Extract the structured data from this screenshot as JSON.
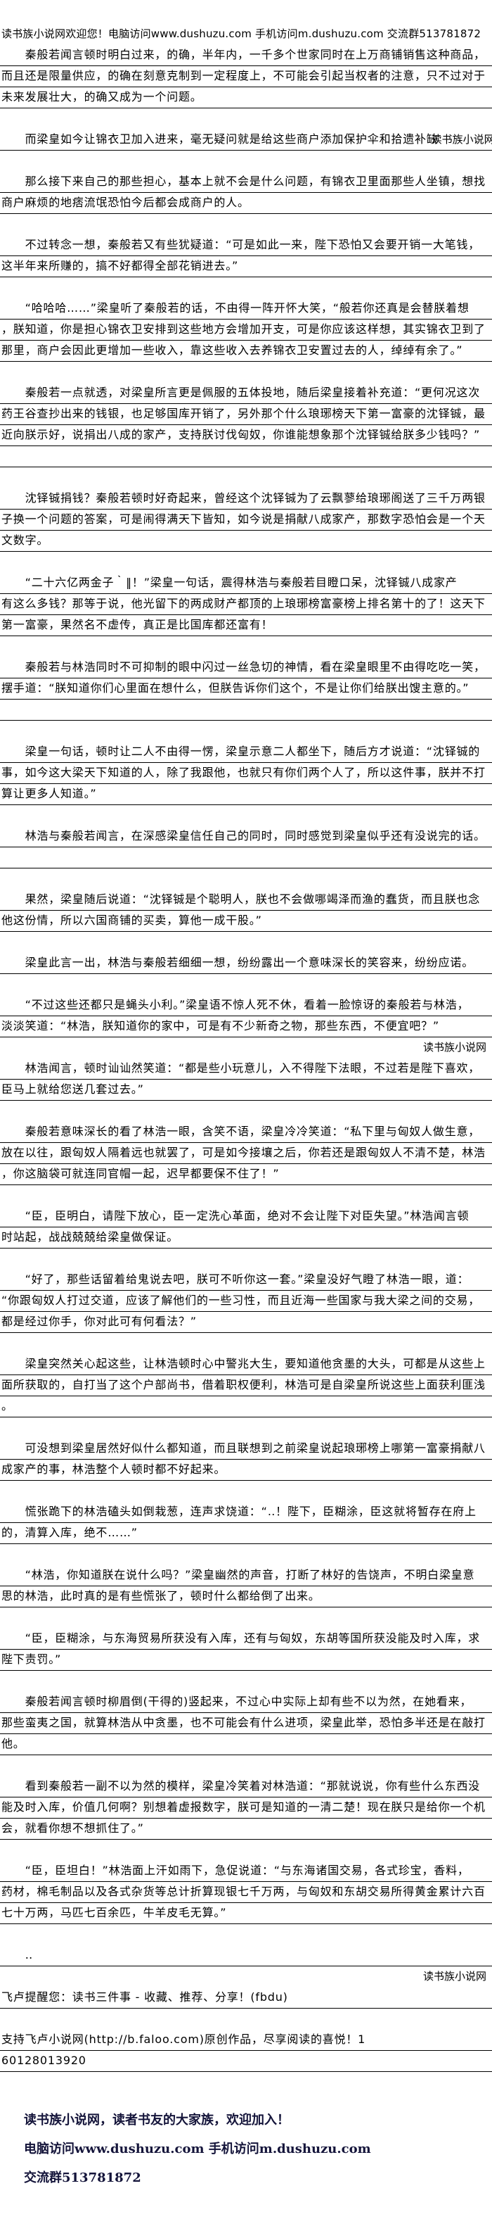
{
  "rows": [
    {
      "k": "h",
      "t": "读书族小说网欢迎您！电脑访问www.dushuzu.com 手机访问m.dushuzu.com 交流群513781872"
    },
    {
      "k": "l",
      "t": "　　秦般若闻言顿时明白过来，的确，半年内，一千多个世家同时在上万商铺销售这种商品，"
    },
    {
      "k": "l",
      "t": "而且还是限量供应，的确在刻意克制到一定程度上，不可能会引起当权者的注意，只不过对于"
    },
    {
      "k": "l",
      "t": "未来发展壮大，的确又成为一个问题。"
    },
    {
      "k": "b"
    },
    {
      "k": "l",
      "t": "　　而梁皇如今让锦衣卫加入进来，毫无疑问就是给这些商户添加保护伞和拾遗补缺",
      "wm": "读书族小说网"
    },
    {
      "k": "b"
    },
    {
      "k": "l",
      "t": "　　那么接下来自己的那些担心，基本上就不会是什么问题，有锦衣卫里面那些人坐镇，想找"
    },
    {
      "k": "l",
      "t": "商户麻烦的地痞流氓恐怕今后都会成商户的人。"
    },
    {
      "k": "b"
    },
    {
      "k": "l",
      "t": "　　不过转念一想，秦般若又有些犹疑道：“可是如此一来，陛下恐怕又会要开销一大笔钱，"
    },
    {
      "k": "l",
      "t": "这半年来所赚的，搞不好都得全部花销进去。”"
    },
    {
      "k": "b"
    },
    {
      "k": "l",
      "t": "　　“哈哈哈……”梁皇听了秦般若的话，不由得一阵开怀大笑，“般若你还真是会替朕着想"
    },
    {
      "k": "l",
      "t": "，朕知道，你是担心锦衣卫安排到这些地方会增加开支，可是你应该这样想，其实锦衣卫到了"
    },
    {
      "k": "l",
      "t": "那里，商户会因此更增加一些收入，靠这些收入去养锦衣卫安置过去的人，绰绰有余了。”"
    },
    {
      "k": "b"
    },
    {
      "k": "l",
      "t": "　　秦般若一点就透，对梁皇所言更是佩服的五体投地，随后梁皇接着补充道：“更何况这次"
    },
    {
      "k": "l",
      "t": "药王谷查抄出来的钱银，也足够国库开销了，另外那个什么琅琊榜天下第一富豪的沈铎铖，最"
    },
    {
      "k": "l",
      "t": "近向朕示好，说捐出八成的家产，支持朕讨伐匈奴，你谁能想象那个沈铎铖给朕多少钱吗？”"
    },
    {
      "k": "r"
    },
    {
      "k": "b"
    },
    {
      "k": "l",
      "t": "　　沈铎铖捐钱？秦般若顿时好奇起来，曾经这个沈铎铖为了云飘蓼给琅琊阁送了三千万两银"
    },
    {
      "k": "l",
      "t": "子换一个问题的答案，可是闹得满天下皆知，如今说是捐献八成家产，那数字恐怕会是一个天"
    },
    {
      "k": "l",
      "t": "文数字。"
    },
    {
      "k": "b"
    },
    {
      "k": "l",
      "t": "　　“二十六亿两金子｀‖！”梁皇一句话，震得林浩与秦般若目瞪口呆，沈铎铖八成家产"
    },
    {
      "k": "l",
      "t": "有这么多钱？那等于说，他光留下的两成财产都顶的上琅琊榜富豪榜上排名第十的了！这天下"
    },
    {
      "k": "l",
      "t": "第一富豪，果然名不虚传，真正是比国库都还富有！"
    },
    {
      "k": "b"
    },
    {
      "k": "l",
      "t": "　　秦般若与林浩同时不可抑制的眼中闪过一丝急切的神情，看在梁皇眼里不由得吃吃一笑，"
    },
    {
      "k": "l",
      "t": "摆手道：“朕知道你们心里面在想什么，但朕告诉你们这个，不是让你们给朕出馊主意的。”"
    },
    {
      "k": "r"
    },
    {
      "k": "b"
    },
    {
      "k": "l",
      "t": "　　梁皇一句话，顿时让二人不由得一愣，梁皇示意二人都坐下，随后方才说道：“沈铎铖的"
    },
    {
      "k": "l",
      "t": "事，如今这大梁天下知道的人，除了我跟他，也就只有你们两个人了，所以这件事，朕并不打"
    },
    {
      "k": "l",
      "t": "算让更多人知道。”"
    },
    {
      "k": "b"
    },
    {
      "k": "l",
      "t": "　　林浩与秦般若闻言，在深感梁皇信任自己的同时，同时感觉到梁皇似乎还有没说完的话。"
    },
    {
      "k": "r"
    },
    {
      "k": "b"
    },
    {
      "k": "l",
      "t": "　　果然，梁皇随后说道：“沈铎铖是个聪明人，朕也不会做哪竭泽而渔的蠢货，而且朕也念"
    },
    {
      "k": "l",
      "t": "他这份情，所以六国商铺的买卖，算他一成干股。”"
    },
    {
      "k": "b"
    },
    {
      "k": "l",
      "t": "　　梁皇此言一出，林浩与秦般若细细一想，纷纷露出一个意味深长的笑容来，纷纷应诺。"
    },
    {
      "k": "b"
    },
    {
      "k": "l",
      "t": "　　“不过这些还都只是蝇头小利。”梁皇语不惊人死不休，看着一脸惊讶的秦般若与林浩，"
    },
    {
      "k": "l",
      "t": "淡淡笑道：“林浩，朕知道你的家中，可是有不少新奇之物，那些东西，不便宜吧？”"
    },
    {
      "k": "w",
      "t": "读书族小说网"
    },
    {
      "k": "l",
      "t": "　　林浩闻言，顿时讪讪然笑道：“都是些小玩意儿，入不得陛下法眼，不过若是陛下喜欢，"
    },
    {
      "k": "l",
      "t": "臣马上就给您送几套过去。”"
    },
    {
      "k": "b"
    },
    {
      "k": "l",
      "t": "　　秦般若意味深长的看了林浩一眼，含笑不语，梁皇冷冷笑道：“私下里与匈奴人做生意，"
    },
    {
      "k": "l",
      "t": "放在以往，跟匈奴人隔着远也就罢了，可是如今接壤之后，你若还是跟匈奴人不清不楚，林浩"
    },
    {
      "k": "l",
      "t": "，你这脑袋可就连同官帽一起，迟早都要保不住了！”"
    },
    {
      "k": "b"
    },
    {
      "k": "l",
      "t": "　　“臣，臣明白，请陛下放心，臣一定洗心革面，绝对不会让陛下对臣失望。”林浩闻言顿"
    },
    {
      "k": "l",
      "t": "时站起，战战兢兢给梁皇做保证。"
    },
    {
      "k": "b"
    },
    {
      "k": "l",
      "t": "　　“好了，那些话留着给鬼说去吧，朕可不听你这一套。”梁皇没好气瞪了林浩一眼，道："
    },
    {
      "k": "l",
      "t": "“你跟匈奴人打过交道，应该了解他们的一些习性，而且近海一些国家与我大梁之间的交易，"
    },
    {
      "k": "l",
      "t": "都是经过你手，你对此可有何看法？”"
    },
    {
      "k": "b"
    },
    {
      "k": "l",
      "t": "　　梁皇突然关心起这些，让林浩顿时心中警兆大生，要知道他贪墨的大头，可都是从这些上"
    },
    {
      "k": "l",
      "t": "面所获取的，自打当了这个户部尚书，借着职权便利，林浩可是自梁皇所说这些上面获利匪浅"
    },
    {
      "k": "l",
      "t": "。"
    },
    {
      "k": "b"
    },
    {
      "k": "l",
      "t": "　　可没想到梁皇居然好似什么都知道，而且联想到之前梁皇说起琅琊榜上哪第一富豪捐献八"
    },
    {
      "k": "l",
      "t": "成家产的事，林浩整个人顿时都不好起来。"
    },
    {
      "k": "b"
    },
    {
      "k": "l",
      "t": "　　慌张跪下的林浩磕头如倒栽葱，连声求饶道：“‥！陛下，臣糊涂，臣这就将暂存在府上"
    },
    {
      "k": "l",
      "t": "的，清算入库，绝不……”"
    },
    {
      "k": "b"
    },
    {
      "k": "l",
      "t": "　　“林浩，你知道朕在说什么吗？”梁皇幽然的声音，打断了林好的告饶声，不明白梁皇意"
    },
    {
      "k": "l",
      "t": "思的林浩，此时真的是有些慌张了，顿时什么都给倒了出来。"
    },
    {
      "k": "b"
    },
    {
      "k": "l",
      "t": "　　“臣，臣糊涂，与东海贸易所获没有入库，还有与匈奴，东胡等国所获没能及时入库，求"
    },
    {
      "k": "l",
      "t": "陛下责罚。”"
    },
    {
      "k": "b"
    },
    {
      "k": "l",
      "t": "　　秦般若闻言顿时柳眉倒(干得的)竖起来，不过心中实际上却有些不以为然，在她看来，"
    },
    {
      "k": "l",
      "t": "那些蛮夷之国，就算林浩从中贪墨，也不可能会有什么进项，梁皇此举，恐怕多半还是在敲打"
    },
    {
      "k": "l",
      "t": "他。"
    },
    {
      "k": "b"
    },
    {
      "k": "l",
      "t": "　　看到秦般若一副不以为然的模样，梁皇冷笑着对林浩道：“那就说说，你有些什么东西没"
    },
    {
      "k": "l",
      "t": "能及时入库，价值几何啊？别想着虚报数字，朕可是知道的一清二楚！现在朕只是给你一个机"
    },
    {
      "k": "l",
      "t": "会，就看你想不想抓住了。”"
    },
    {
      "k": "b"
    },
    {
      "k": "l",
      "t": "　　“臣，臣坦白！”林浩面上汗如雨下，急促说道：“与东海诸国交易，各式珍宝，香料，"
    },
    {
      "k": "l",
      "t": "药材，棉毛制品以及各式杂货等总计折算现银七千万两，与匈奴和东胡交易所得黄金累计六百"
    },
    {
      "k": "l",
      "t": "七十万两，马匹七百余匹，牛羊皮毛无算。”"
    },
    {
      "k": "b"
    },
    {
      "k": "l",
      "t": "　　‥"
    },
    {
      "k": "w",
      "t": "读书族小说网"
    },
    {
      "k": "l",
      "t": "飞卢提醒您：读书三件事 - 收藏、推荐、分享！(fbdu)"
    },
    {
      "k": "b"
    },
    {
      "k": "l",
      "t": "支持飞卢小说网(http://b.faloo.com)原创作品，尽享阅读的喜悦！1"
    },
    {
      "k": "l",
      "t": "60128013920"
    }
  ],
  "footer": {
    "line1": "读书族小说网，读者书友的大家族，欢迎加入！",
    "line2": "电脑访问www.dushuzu.com 手机访问m.dushuzu.com",
    "line3": "交流群513781872"
  }
}
